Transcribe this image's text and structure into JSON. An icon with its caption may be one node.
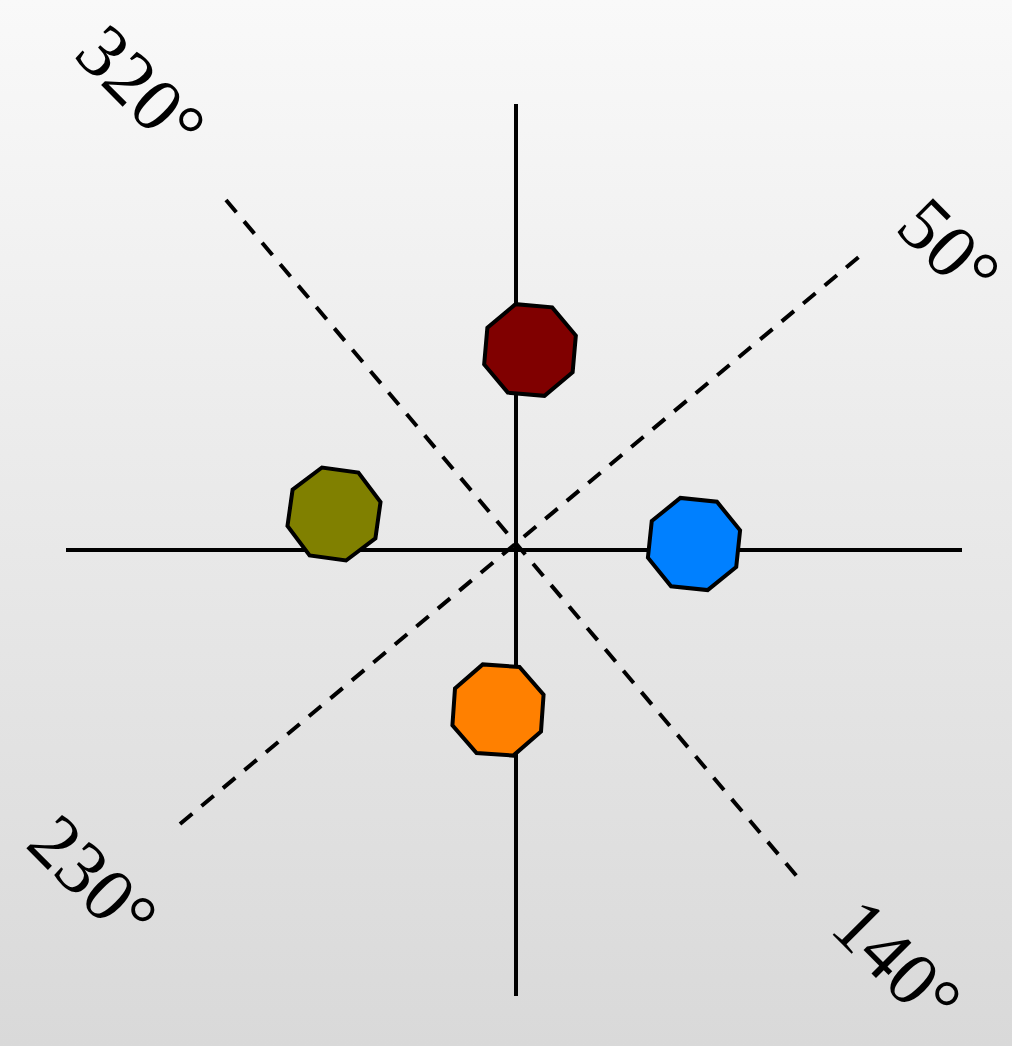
{
  "diagram": {
    "nodes": [
      {
        "text": [],
        "shape": "octagon"
      },
      {
        "text": [],
        "shape": "octagon"
      },
      {
        "text": [],
        "shape": "octagon"
      },
      {
        "text": [],
        "shape": "octagon"
      }
    ],
    "labels": [
      "320°",
      "50°",
      "230°",
      "140°"
    ]
  }
}
